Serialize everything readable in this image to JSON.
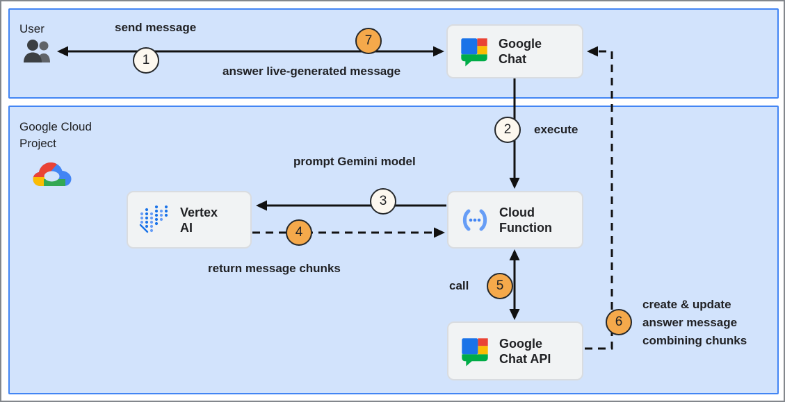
{
  "user_panel": {
    "label": "User"
  },
  "cloud_panel": {
    "label_line1": "Google Cloud",
    "label_line2": "Project"
  },
  "nodes": {
    "google_chat": {
      "line1": "Google",
      "line2": "Chat"
    },
    "vertex_ai": {
      "line1": "Vertex",
      "line2": "AI"
    },
    "cloud_function": {
      "line1": "Cloud",
      "line2": "Function"
    },
    "google_chat_api": {
      "line1": "Google",
      "line2": "Chat API"
    }
  },
  "steps": {
    "s1": {
      "num": "1",
      "label": "send message"
    },
    "s2": {
      "num": "2",
      "label": "execute"
    },
    "s3": {
      "num": "3",
      "label": "prompt Gemini model"
    },
    "s4": {
      "num": "4",
      "label": "return message chunks"
    },
    "s5": {
      "num": "5",
      "label": "call"
    },
    "s6": {
      "num": "6",
      "label_line1": "create & update",
      "label_line2": "answer message",
      "label_line3": "combining chunks"
    },
    "s7": {
      "num": "7",
      "label": "answer live-generated message"
    }
  },
  "icons": {
    "user": "users-icon",
    "google_cloud": "google-cloud-icon",
    "google_chat": "google-chat-icon",
    "vertex_ai": "vertex-ai-icon",
    "cloud_function": "cloud-function-icon",
    "google_chat_api": "google-chat-icon"
  },
  "colors": {
    "panel_bg": "#d2e3fc",
    "panel_border": "#4285f4",
    "node_bg": "#f1f3f4",
    "node_border": "#d9dce0",
    "badge_plain_bg": "#fdf8ef",
    "badge_orange_bg": "#f5a94b",
    "arrow": "#111111",
    "text": "#202124",
    "google_blue": "#4285f4",
    "google_red": "#ea4335",
    "google_yellow": "#fbbc04",
    "google_green": "#34a853"
  }
}
